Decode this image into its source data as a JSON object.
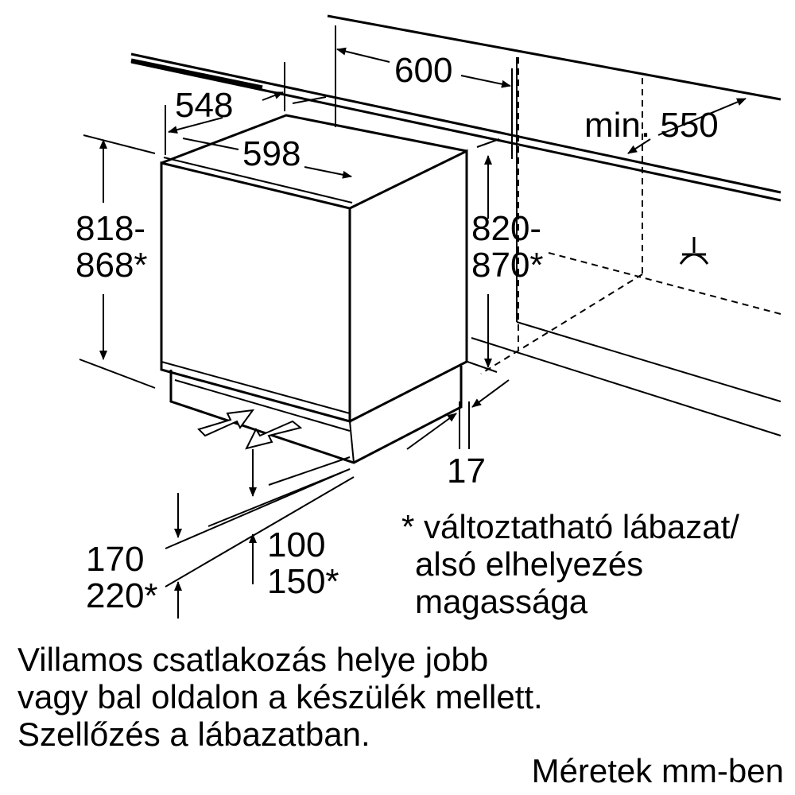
{
  "dimensions": {
    "width_top": "600",
    "depth": "548",
    "width_front": "598",
    "min_depth": "min. 550",
    "height_left_1": "818-",
    "height_left_2": "868*",
    "height_right_1": "820-",
    "height_right_2": "870*",
    "gap": "17",
    "plinth_left_1": "170",
    "plinth_left_2": "220*",
    "plinth_mid_1": "100",
    "plinth_mid_2": "150*"
  },
  "footnote": {
    "line1": "* változtatható lábazat/",
    "line2": "alsó elhelyezés",
    "line3": "magassága"
  },
  "notes": {
    "line1": "Villamos csatlakozás helye jobb",
    "line2": "vagy bal oldalon a készülék mellett.",
    "line3": "Szellőzés a lábazatban."
  },
  "units": "Méretek mm-ben",
  "colors": {
    "line": "#000000",
    "background": "#ffffff"
  }
}
